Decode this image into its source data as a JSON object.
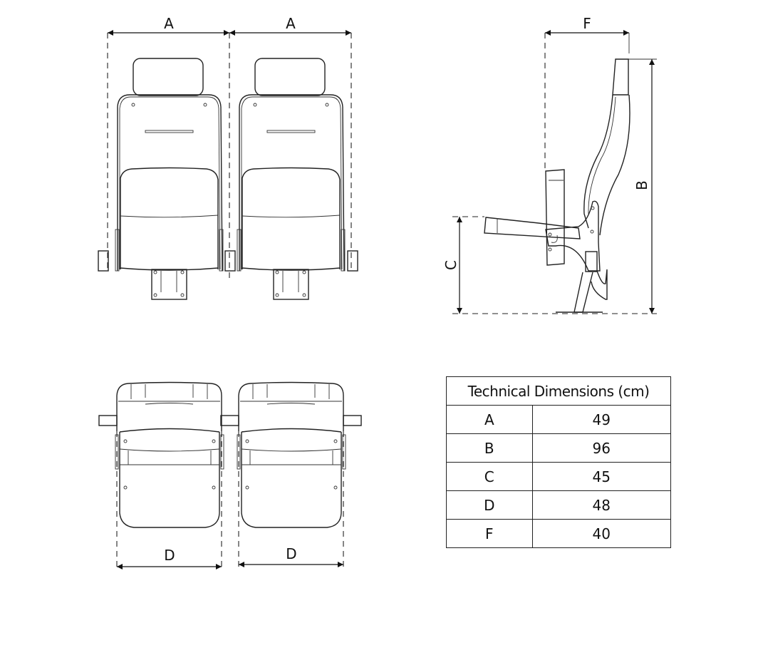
{
  "labels": {
    "A": "A",
    "B": "B",
    "C": "C",
    "D": "D",
    "F": "F"
  },
  "table": {
    "title": "Technical Dimensions (cm)",
    "rows": [
      {
        "key": "A",
        "value": "49"
      },
      {
        "key": "B",
        "value": "96"
      },
      {
        "key": "C",
        "value": "45"
      },
      {
        "key": "D",
        "value": "48"
      },
      {
        "key": "F",
        "value": "40"
      }
    ]
  }
}
